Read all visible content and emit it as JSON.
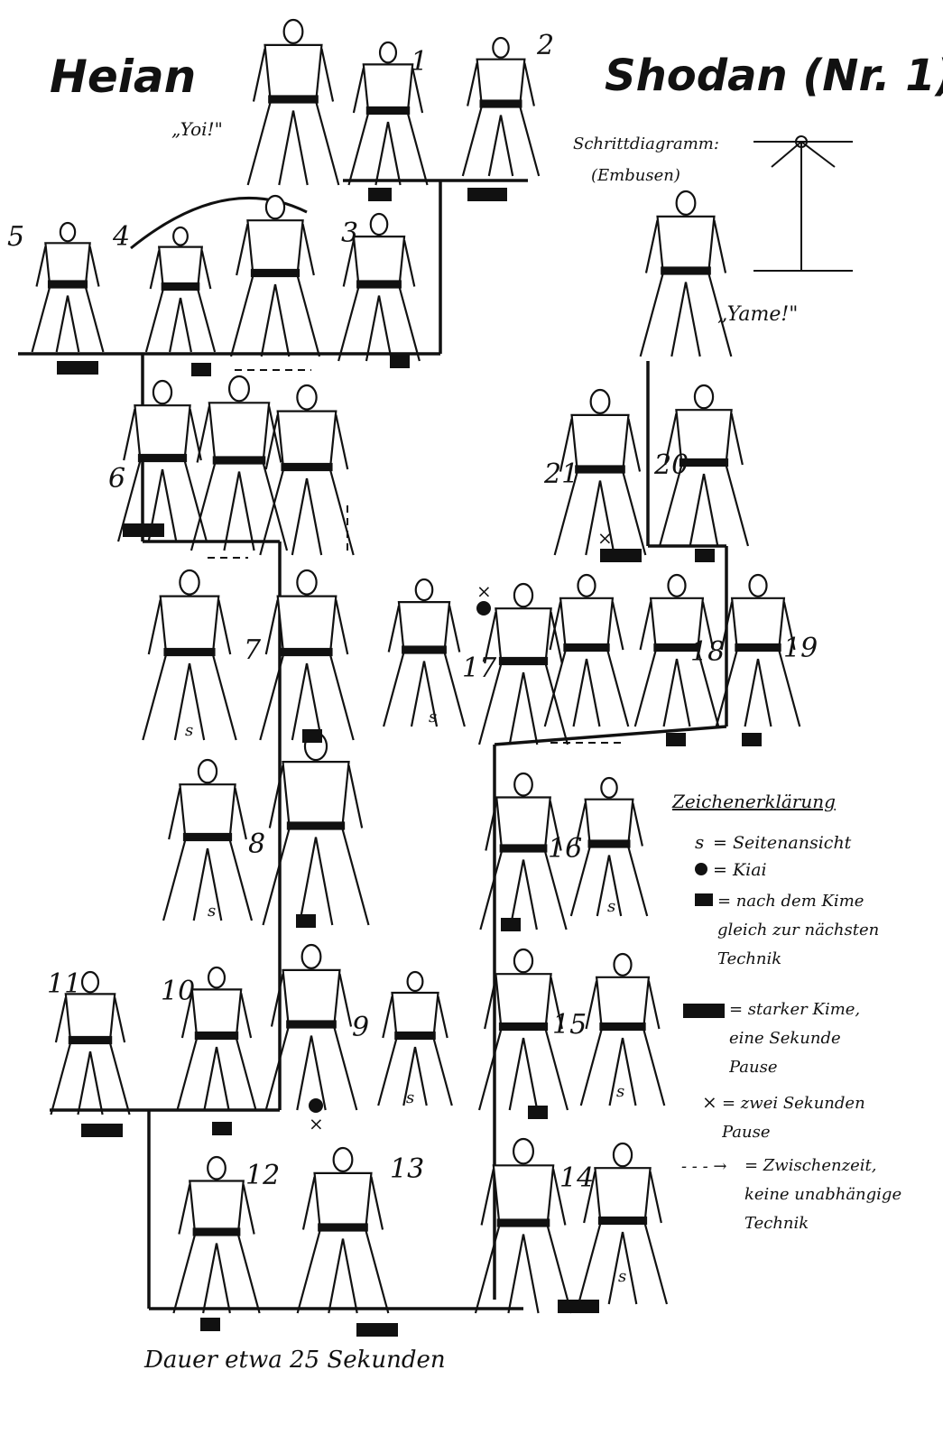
{
  "title_left": "Heian",
  "title_right": "Shodan (Nr. 1)",
  "calls": {
    "yoi": "„Yoi!\"",
    "yame": "„Yame!\""
  },
  "embusen": {
    "label": "Schrittdiagramm:",
    "sub": "(Embusen)"
  },
  "steps": [
    "1",
    "2",
    "3",
    "4",
    "5",
    "6",
    "7",
    "8",
    "9",
    "10",
    "11",
    "12",
    "13",
    "14",
    "15",
    "16",
    "17",
    "18",
    "19",
    "20",
    "21"
  ],
  "side_view_mark": "s",
  "pause_mark": "×",
  "legend": {
    "heading": "Zeichenerklärung",
    "items": [
      {
        "symbol": "s",
        "text": "= Seitenansicht"
      },
      {
        "symbol": "kiai-dot",
        "text": "= Kiai"
      },
      {
        "symbol": "short-bar",
        "text": "= nach dem Kime gleich zur nächsten Technik"
      },
      {
        "symbol": "long-bar",
        "text": "= starker Kime, eine Sekunde Pause"
      },
      {
        "symbol": "×",
        "text": "= zwei Sekunden Pause"
      },
      {
        "symbol": "- - - →",
        "text": "= Zwischenzeit, keine unabhängige Technik"
      }
    ]
  },
  "duration": "Dauer etwa 25 Sekunden",
  "colors": {
    "ink": "#111111",
    "paper": "#ffffff"
  }
}
